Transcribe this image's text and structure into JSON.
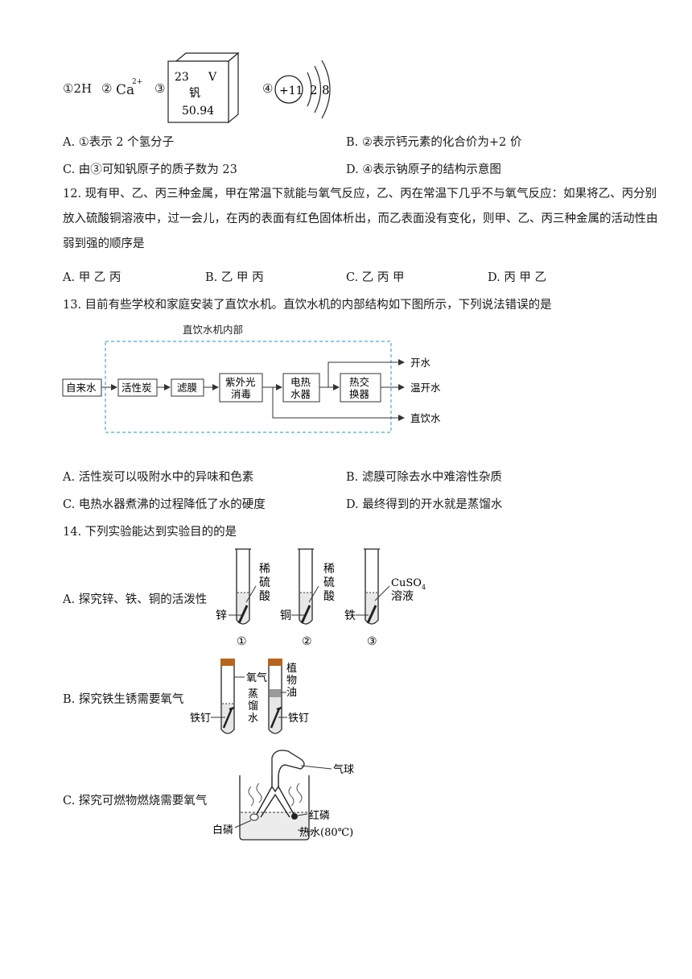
{
  "q11_figure": {
    "item1": "①2H",
    "item2_prefix": "②",
    "item2_symbol": "Ca",
    "item2_charge": "2+",
    "item3_prefix": "③",
    "element_number": "23",
    "element_symbol": "V",
    "element_name": "钒",
    "element_mass": "50.94",
    "item4_prefix": "④",
    "nucleus": "+11",
    "shell1": "2",
    "shell2": "8"
  },
  "q11_options": {
    "A": "A. ①表示 2 个氢分子",
    "B": "B. ②表示钙元素的化合价为+2 价",
    "C": "C.  由③可知钒原子的质子数为 23",
    "D": "D. ④表示钠原子的结构示意图"
  },
  "q12": {
    "stem": "12. 现有甲、乙、丙三种金属，甲在常温下就能与氧气反应，乙、丙在常温下几乎不与氧气反应：如果将乙、丙分别放入硫酸铜溶液中，过一会儿，在丙的表面有红色固体析出，而乙表面没有变化，则甲、乙、丙三种金属的活动性由弱到强的顺序是",
    "A": "A. 甲  乙  丙",
    "B": "B. 乙  甲  丙",
    "C": "C. 乙  丙  甲",
    "D": "D. 丙  甲  乙"
  },
  "q13": {
    "stem": "13. 目前有些学校和家庭安装了直饮水机。直饮水机的内部结构如下图所示，下列说法错误的是",
    "diagram": {
      "title": "直饮水机内部",
      "box_tap": "自来水",
      "box_carbon": "活性炭",
      "box_filter": "滤膜",
      "box_uv_1": "紫外光",
      "box_uv_2": "消毒",
      "box_heater_1": "电热",
      "box_heater_2": "水器",
      "box_exchanger_1": "热交",
      "box_exchanger_2": "换器",
      "out_boiled": "开水",
      "out_warm": "温开水",
      "out_direct": "直饮水"
    },
    "A": "A.  活性炭可以吸附水中的异味和色素",
    "B": "B.  滤膜可除去水中难溶性杂质",
    "C": "C.  电热水器煮沸的过程降低了水的硬度",
    "D": "D.  最终得到的开水就是蒸馏水"
  },
  "q14": {
    "stem": "14. 下列实验能达到实验目的的是",
    "A": "A.  探究锌、铁、铜的活泼性",
    "B": "B.  探究铁生锈需要氧气",
    "C": "C.  探究可燃物燃烧需要氧气",
    "figA": {
      "acid1_1": "稀",
      "acid1_2": "硫",
      "acid1_3": "酸",
      "acid2_1": "稀",
      "acid2_2": "硫",
      "acid2_3": "酸",
      "cuso4": "CuSO",
      "cuso4_sub": "4",
      "solution": "溶液",
      "metal1": "锌",
      "metal2": "铜",
      "metal3": "铁",
      "num1": "①",
      "num2": "②",
      "num3": "③"
    },
    "figB": {
      "oxygen": "氧气",
      "oil_1": "植",
      "oil_2": "物",
      "oil_3": "油",
      "water_1": "蒸",
      "water_2": "馏",
      "water_3": "水",
      "nail_left": "铁钉",
      "nail_right": "铁钉"
    },
    "figC": {
      "balloon": "气球",
      "red_p": "红磷",
      "white_p": "白磷",
      "hot_water": "热水(80℃)"
    }
  }
}
